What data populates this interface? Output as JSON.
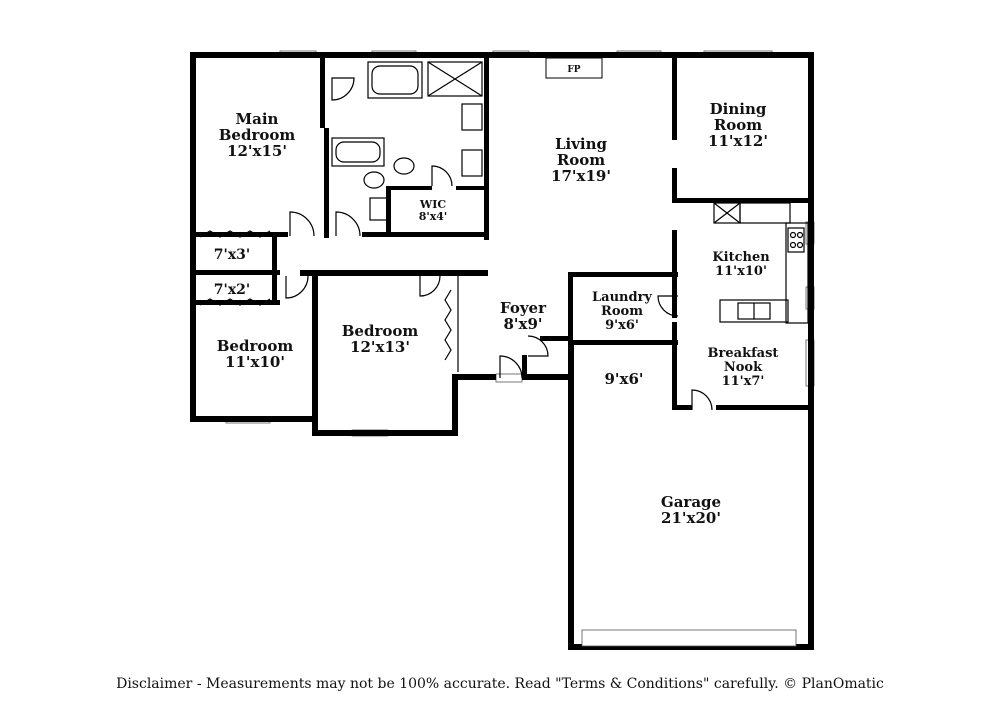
{
  "rooms": {
    "main_bedroom": {
      "name_line1": "Main",
      "name_line2": "Bedroom",
      "size": "12'x15'"
    },
    "closet_a": {
      "size": "7'x3'"
    },
    "closet_b": {
      "size": "7'x2'"
    },
    "bedroom_left": {
      "name": "Bedroom",
      "size": "11'x10'"
    },
    "bedroom_mid": {
      "name": "Bedroom",
      "size": "12'x13'"
    },
    "wic": {
      "name": "WIC",
      "size": "8'x4'"
    },
    "living": {
      "name_line1": "Living",
      "name_line2": "Room",
      "size": "17'x19'"
    },
    "fireplace": {
      "label": "FP"
    },
    "dining": {
      "name_line1": "Dining",
      "name_line2": "Room",
      "size": "11'x12'"
    },
    "kitchen": {
      "name": "Kitchen",
      "size": "11'x10'"
    },
    "foyer": {
      "name": "Foyer",
      "size": "8'x9'"
    },
    "laundry": {
      "name_line1": "Laundry",
      "name_line2": "Room",
      "size": "9'x6'"
    },
    "hall": {
      "size": "9'x6'"
    },
    "breakfast": {
      "name_line1": "Breakfast",
      "name_line2": "Nook",
      "size": "11'x7'"
    },
    "garage": {
      "name": "Garage",
      "size": "21'x20'"
    }
  },
  "disclaimer": "Disclaimer - Measurements may not be 100% accurate. Read \"Terms & Conditions\" carefully. © PlanOmatic"
}
